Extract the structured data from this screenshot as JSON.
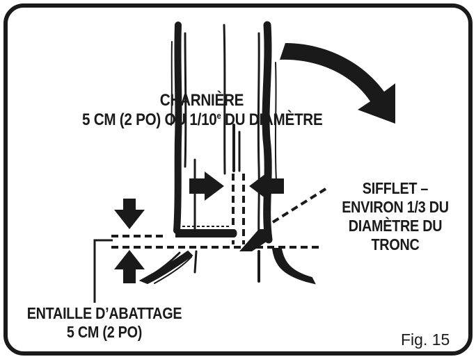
{
  "labels": {
    "hinge": {
      "line1": "CHARNIÈRE",
      "line2_main": "5 CM (2 PO) OU 1/10",
      "line2_sup": "e",
      "line2_tail": " DU DIAMÈTRE"
    },
    "whistle": [
      "SIFFLET –",
      "ENVIRON 1/3 DU",
      "DIAMÈTRE DU",
      "TRONC"
    ],
    "felling_notch": [
      "ENTAILLE D’ABATTAGE",
      "5 CM (2 PO)"
    ],
    "figure": "Fig. 15"
  },
  "colors": {
    "ink": "#1a1a1a",
    "background": "#ffffff"
  }
}
